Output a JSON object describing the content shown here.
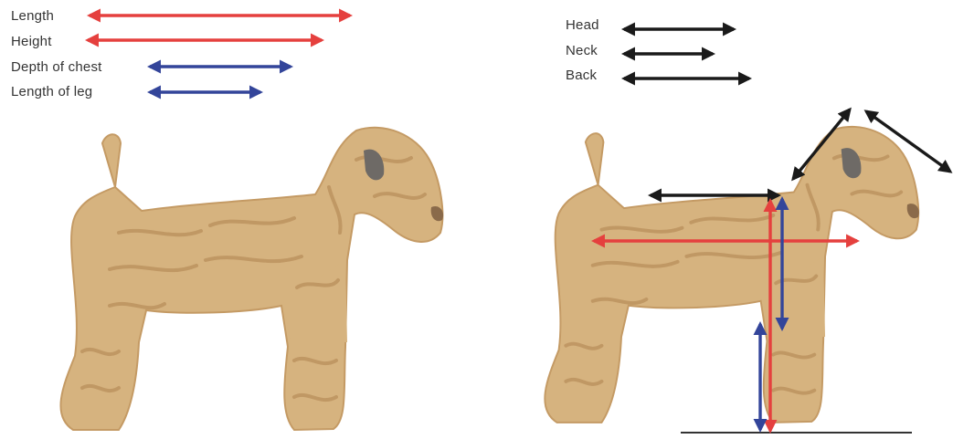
{
  "legend_left": [
    {
      "label": "Length",
      "color": "#e5403e"
    },
    {
      "label": "Height",
      "color": "#e5403e"
    },
    {
      "label": "Depth of chest",
      "color": "#33459a"
    },
    {
      "label": "Length of leg",
      "color": "#33459a"
    }
  ],
  "legend_right": [
    {
      "label": "Head",
      "color": "#1a1a1a"
    },
    {
      "label": "Neck",
      "color": "#1a1a1a"
    },
    {
      "label": "Back",
      "color": "#1a1a1a"
    }
  ],
  "colors": {
    "fur": "#d6b37f",
    "fur_dark": "#b98f5c",
    "red_arrow": "#e5403e",
    "blue_arrow": "#33459a",
    "black_arrow": "#1a1a1a"
  }
}
